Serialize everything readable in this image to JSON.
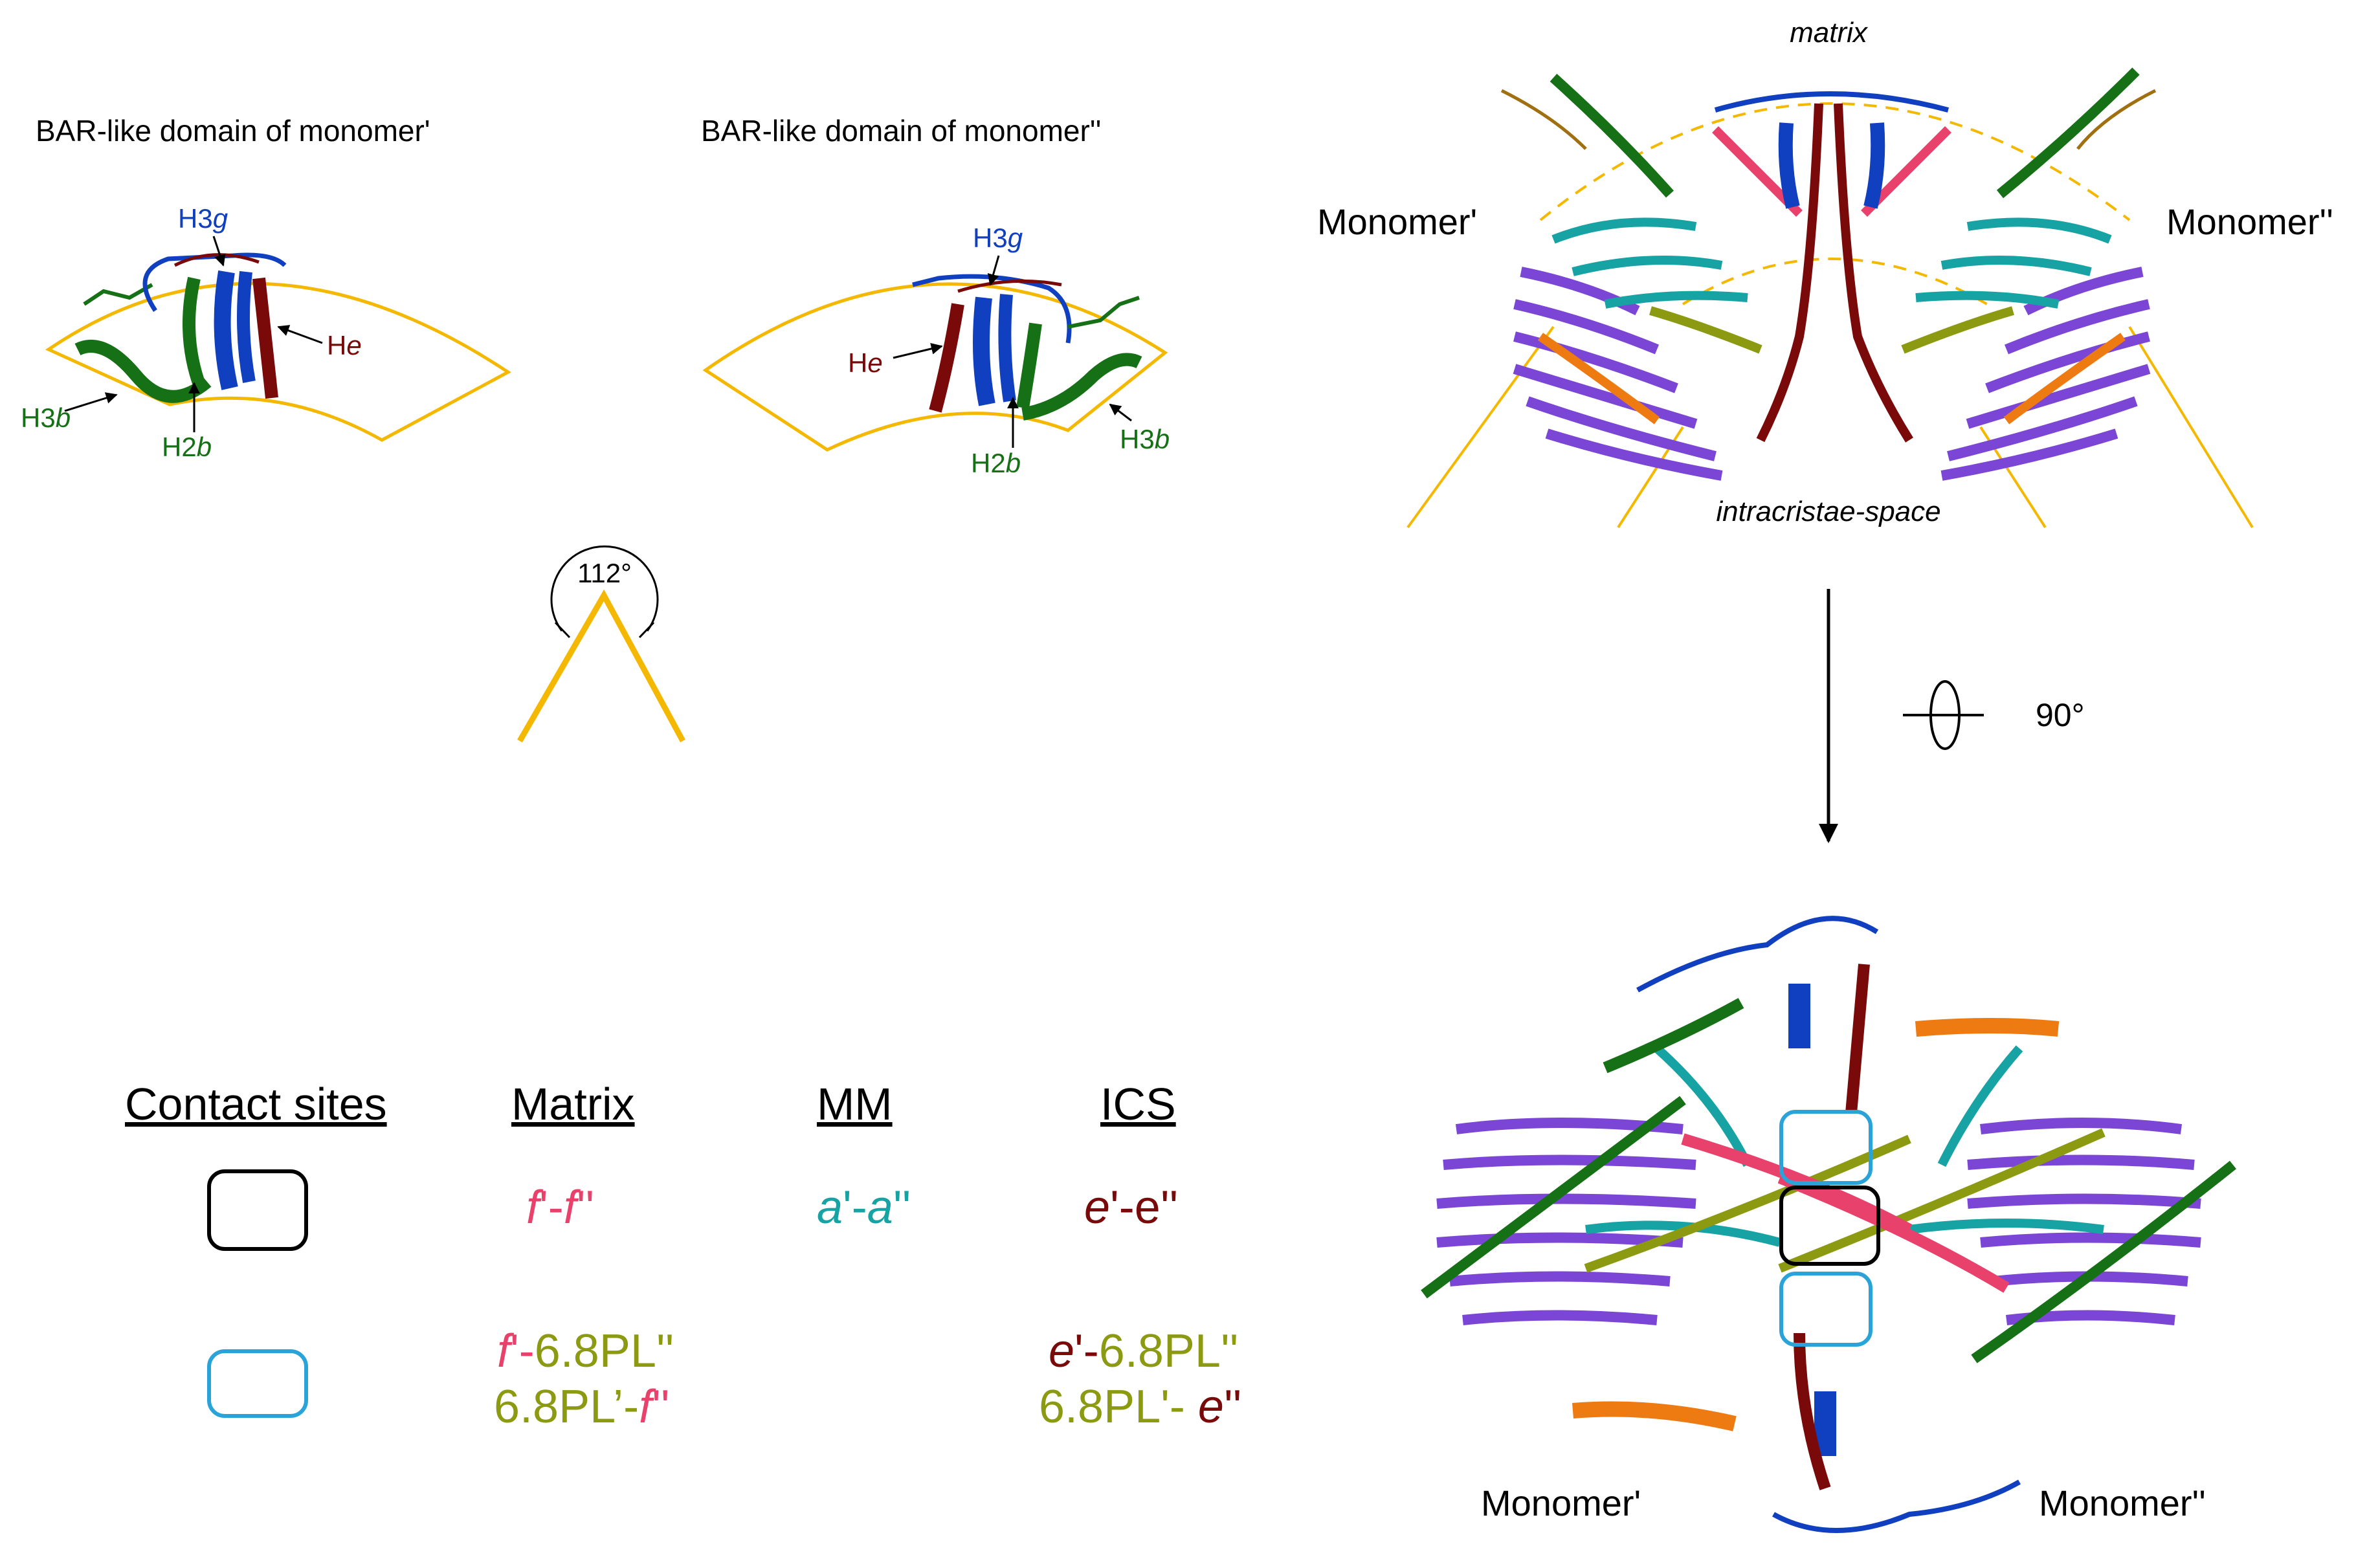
{
  "colors": {
    "outline": "#F5B800",
    "blue": "#1040C0",
    "green": "#167016",
    "darkred": "#7A0A0A",
    "pink": "#E8416B",
    "teal": "#17A3A3",
    "olive": "#8C9A12",
    "purple": "#7B45D6",
    "orange": "#EE7A12",
    "cyan_box": "#2AA3D9",
    "black": "#000000"
  },
  "left_domain": {
    "title": "BAR-like domain of monomer'",
    "labels": {
      "h3g_prefix": "H3",
      "h3g_suffix": "g",
      "he_prefix": "H",
      "he_suffix": "e",
      "h3b_prefix": "H3",
      "h3b_suffix": "b",
      "h2b_prefix": "H2",
      "h2b_suffix": "b"
    }
  },
  "right_domain": {
    "title": "BAR-like domain of monomer''",
    "labels": {
      "h3g_prefix": "H3",
      "h3g_suffix": "g",
      "he_prefix": "H",
      "he_suffix": "e",
      "h3b_prefix": "H3",
      "h3b_suffix": "b",
      "h2b_prefix": "H2",
      "h2b_suffix": "b"
    }
  },
  "angle": {
    "label": "112°"
  },
  "top_view": {
    "matrix": "matrix",
    "ics": "intracristae-space",
    "monomer_left": "Monomer'",
    "monomer_right": "Monomer''"
  },
  "rotation": {
    "label": "90°"
  },
  "bottom_view": {
    "monomer_left": "Monomer'",
    "monomer_right": "Monomer''"
  },
  "table": {
    "headers": {
      "contact": "Contact sites",
      "matrix": "Matrix",
      "mm": "MM",
      "ics": "ICS"
    },
    "row1": {
      "matrix": {
        "a": "f",
        "b": "'-",
        "c": "f",
        "d": "''"
      },
      "mm": {
        "a": "a",
        "b": "'-",
        "c": "a",
        "d": "''"
      },
      "ics": {
        "a": "e",
        "b": "'-e''"
      }
    },
    "row2": {
      "matrix_line1": {
        "a": "f",
        "b": "'-",
        "c": "6.8PL''"
      },
      "matrix_line2": {
        "a": "6.8PL’-",
        "b": "f",
        "c": "''"
      },
      "ics_line1": {
        "a": "e",
        "b": "'-",
        "c": "6.8PL''"
      },
      "ics_line2": {
        "a": "6.8PL'- ",
        "b": "e",
        "c": "''"
      }
    }
  }
}
